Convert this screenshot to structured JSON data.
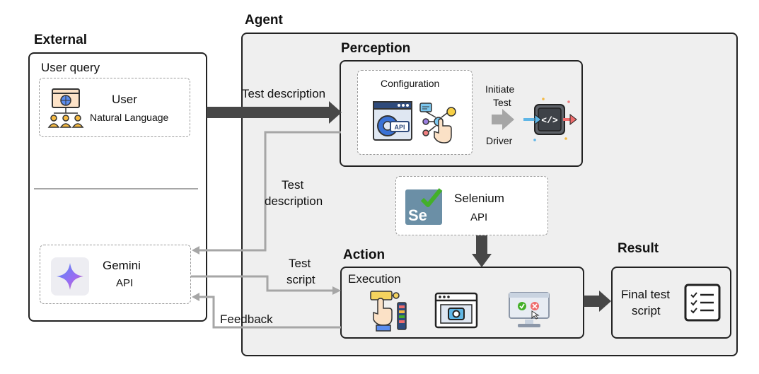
{
  "groups": {
    "external": "External",
    "agent": "Agent",
    "perception": "Perception",
    "action": "Action",
    "result": "Result"
  },
  "external": {
    "user_query": "User query",
    "user_title": "User",
    "user_sub": "Natural  Language",
    "gemini_title": "Gemini",
    "gemini_sub": "API"
  },
  "perception": {
    "configuration": "Configuration",
    "initiate": "Initiate",
    "test": "Test",
    "driver": "Driver"
  },
  "selenium": {
    "title": "Selenium",
    "sub": "API",
    "logo_text": "Se"
  },
  "action": {
    "execution": "Execution"
  },
  "result": {
    "line1": "Final test",
    "line2": "script"
  },
  "edges": {
    "test_description_top": "Test description",
    "test_description_mid_1": "Test",
    "test_description_mid_2": "description",
    "test_script_1": "Test",
    "test_script_2": "script",
    "feedback": "Feedback"
  },
  "icons": {
    "user": "users-web-icon",
    "config_api": "gear-api-icon",
    "config_flow": "flowchart-hand-icon",
    "code": "code-terminal-icon",
    "selenium": "selenium-logo-icon",
    "gemini": "gemini-star-icon",
    "click": "click-hand-icon",
    "screenshot": "camera-window-icon",
    "verify": "check-cross-monitor-icon",
    "checklist": "checklist-icon"
  },
  "colors": {
    "dark_arrow": "#474747",
    "grey_arrow": "#a6a6a6",
    "selenium": "#43b02a",
    "selenium_box": "#6b8fa6"
  }
}
